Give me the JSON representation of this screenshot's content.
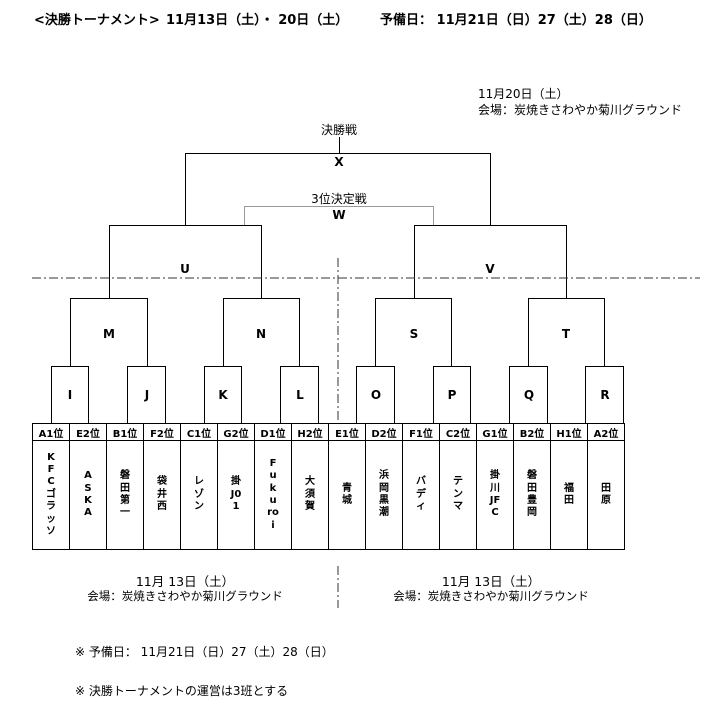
{
  "header": {
    "tournament": "<決勝トーナメント>",
    "dates": "11月13日（土）・ 20日（土）",
    "reserve": "予備日：  11月21日（日）27（土）28（日）"
  },
  "final_info": {
    "date": "11月20日（土）",
    "venue": "会場：炭焼きさわやか菊川グラウンド"
  },
  "nodes": {
    "final_label": "決勝戦",
    "final": "X",
    "third_label": "3位決定戦",
    "third": "W",
    "u": "U",
    "v": "V",
    "m": "M",
    "n": "N",
    "s": "S",
    "t": "T",
    "i": "I",
    "j": "J",
    "k": "K",
    "l": "L",
    "o": "O",
    "p": "P",
    "q": "Q",
    "r": "R"
  },
  "teams": [
    {
      "pos": "A1位",
      "name": "KFCゴラッソ"
    },
    {
      "pos": "E2位",
      "name": "ASKA"
    },
    {
      "pos": "B1位",
      "name": "磐田第一"
    },
    {
      "pos": "F2位",
      "name": "袋井西"
    },
    {
      "pos": "C1位",
      "name": "レゾン"
    },
    {
      "pos": "G2位",
      "name": "掛J01"
    },
    {
      "pos": "D1位",
      "name": "Fukuroi"
    },
    {
      "pos": "H2位",
      "name": "大須賀"
    },
    {
      "pos": "E1位",
      "name": "青城"
    },
    {
      "pos": "D2位",
      "name": "浜岡黒潮"
    },
    {
      "pos": "F1位",
      "name": "バディ"
    },
    {
      "pos": "C2位",
      "name": "テンマ"
    },
    {
      "pos": "G1位",
      "name": "掛川JFC"
    },
    {
      "pos": "B2位",
      "name": "磐田豊岡"
    },
    {
      "pos": "H1位",
      "name": "福田"
    },
    {
      "pos": "A2位",
      "name": "田原"
    }
  ],
  "left_info": {
    "date": "11月  13日（土）",
    "venue": "会場：炭焼きさわやか菊川グラウンド"
  },
  "right_info": {
    "date": "11月  13日（土）",
    "venue": "会場：炭焼きさわやか菊川グラウンド"
  },
  "notes": {
    "reserve": "※  予備日：  11月21日（日）27（土）28（日）",
    "operation": "※  決勝トーナメントの運営は3班とする"
  }
}
